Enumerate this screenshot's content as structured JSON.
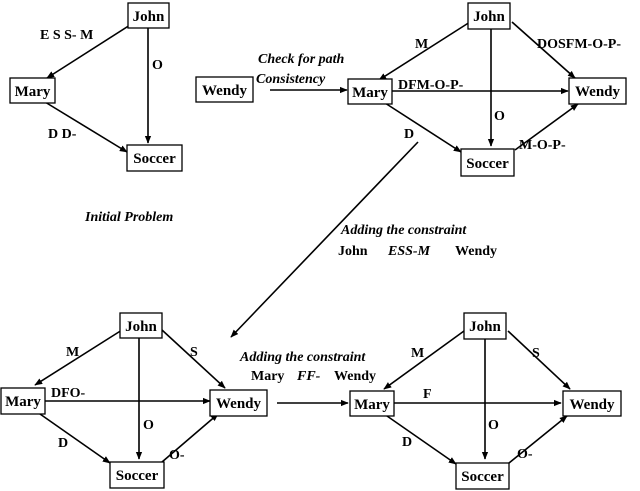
{
  "nodes": {
    "john": "John",
    "mary": "Mary",
    "soccer": "Soccer",
    "wendy": "Wendy"
  },
  "graph1": {
    "john_mary": "E S S- M",
    "john_soccer": "O",
    "mary_soccer": "D D-",
    "caption": "Initial Problem"
  },
  "transition1": {
    "line1": "Check for path",
    "line2": "Consistency"
  },
  "graph2": {
    "john_mary": "M",
    "john_wendy": "DOSFM-O-P-",
    "mary_wendy": "DFM-O-P-",
    "john_soccer": "O",
    "mary_soccer": "D",
    "soccer_wendy": "M-O-P-"
  },
  "transition2": {
    "line1": "Adding the constraint",
    "line2_a": "John",
    "line2_b": "ESS-M",
    "line2_c": "Wendy"
  },
  "graph3": {
    "john_mary": "M",
    "john_wendy": "S",
    "mary_wendy": "DFO-",
    "john_soccer": "O",
    "mary_soccer": "D",
    "soccer_wendy": "O-"
  },
  "transition3": {
    "line1": "Adding the constraint",
    "line2_a": "Mary",
    "line2_b": "FF-",
    "line2_c": "Wendy"
  },
  "graph4": {
    "john_mary": "M",
    "john_wendy": "S",
    "mary_wendy": "F",
    "john_soccer": "O",
    "mary_soccer": "D",
    "soccer_wendy": "O-"
  }
}
